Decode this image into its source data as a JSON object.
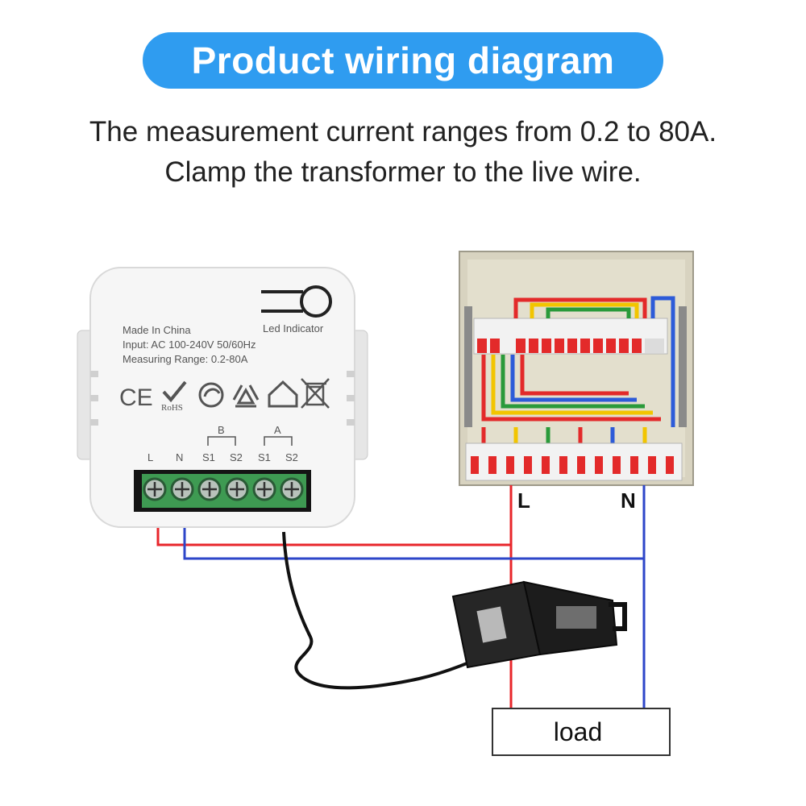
{
  "title": "Product wiring diagram",
  "subtitle_lines": [
    "The measurement current ranges from 0.2 to 80A.",
    "Clamp the transformer to the live wire."
  ],
  "device": {
    "led_label": "Led Indicator",
    "info_lines": [
      "Made In China",
      "Input: AC 100-240V 50/60Hz",
      "Measuring Range: 0.2-80A"
    ],
    "cert_marks": [
      "CE",
      "RoHS"
    ],
    "group_labels": [
      "B",
      "A"
    ],
    "terminal_labels": [
      "L",
      "N",
      "S1",
      "S2",
      "S1",
      "S2"
    ]
  },
  "panel_labels": {
    "live": "L",
    "neutral": "N"
  },
  "load_label": "load",
  "colors": {
    "accent": "#2f9cf0",
    "live_wire": "#e8262b",
    "neutral_wire": "#2d46c9",
    "terminal_green": "#3e9a52"
  }
}
